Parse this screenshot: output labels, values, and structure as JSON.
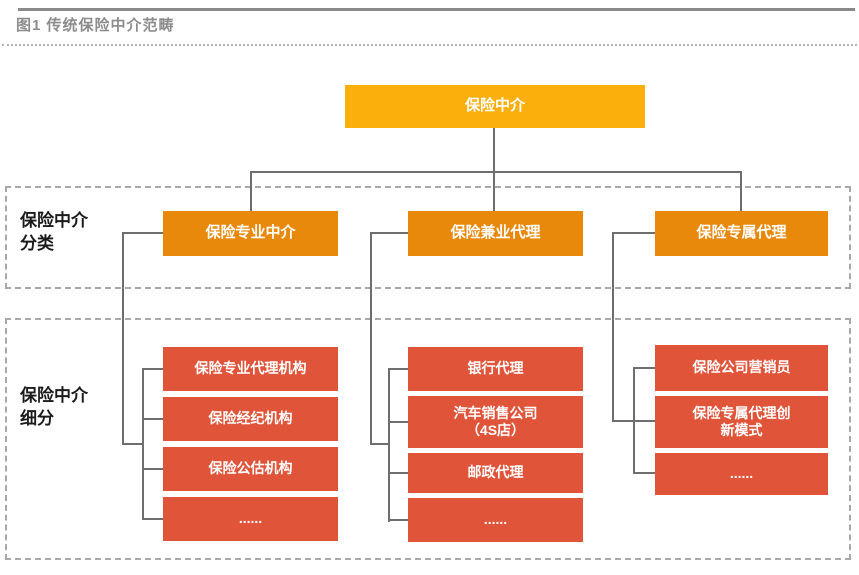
{
  "title": "图1  传统保险中介范畴",
  "colors": {
    "root_box": "#fbaf0d",
    "branch_box": "#e8890b",
    "leaf_box": "#e0553a",
    "connector": "#6e6e6e",
    "section_border": "#a8a8a8",
    "title_text": "#8c8c8c"
  },
  "root": {
    "label": "保险中介"
  },
  "sections": [
    {
      "label": "保险中介\n分类"
    },
    {
      "label": "保险中介\n细分"
    }
  ],
  "branches": [
    {
      "label": "保险专业中介",
      "children": [
        "保险专业代理机构",
        "保险经纪机构",
        "保险公估机构",
        "......"
      ]
    },
    {
      "label": "保险兼业代理",
      "children": [
        "银行代理",
        "汽车销售公司\n（4S店）",
        "邮政代理",
        "......"
      ]
    },
    {
      "label": "保险专属代理",
      "children": [
        "保险公司营销员",
        "保险专属代理创\n新模式",
        "......"
      ]
    }
  ]
}
